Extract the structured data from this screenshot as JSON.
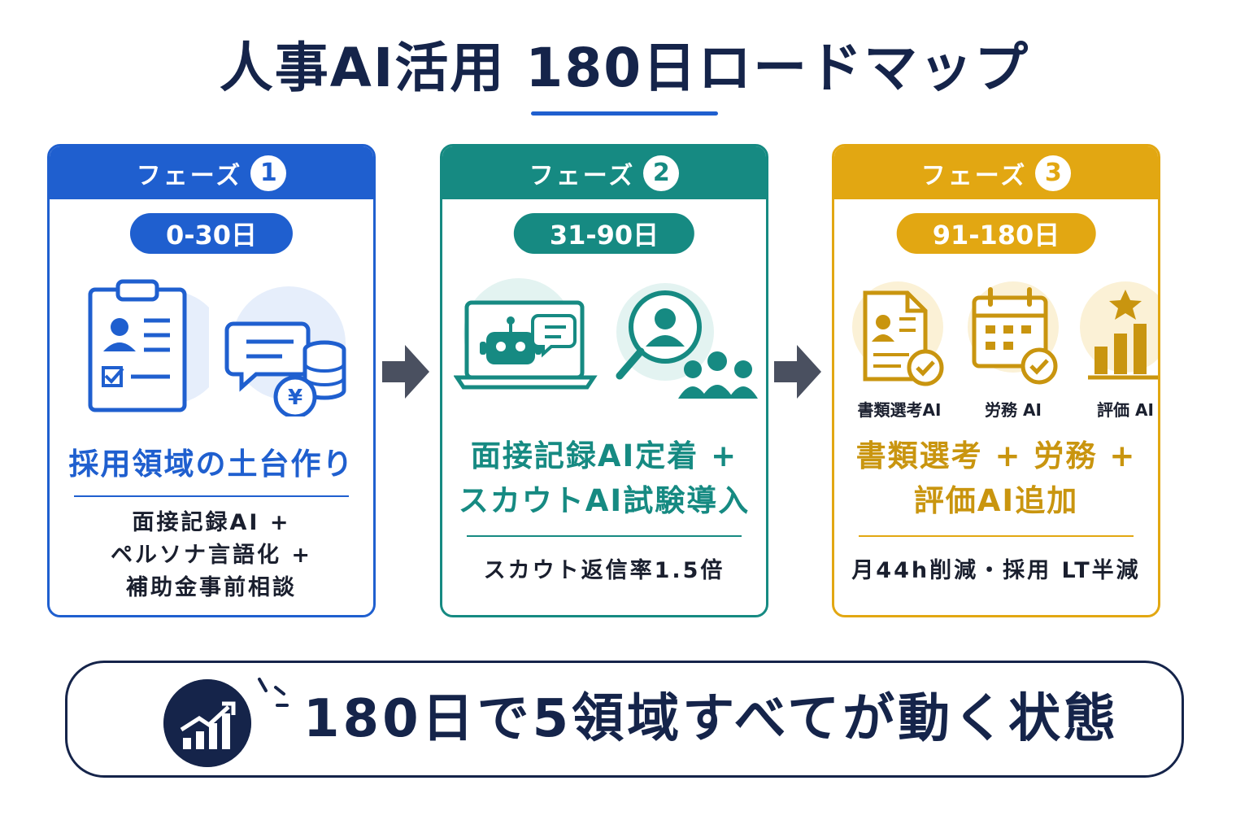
{
  "title": "人事AI活用 180日ロードマップ",
  "phase_label": "フェーズ",
  "colors": {
    "navy": "#15244a",
    "blue": "#1f5fcf",
    "teal": "#168a82",
    "gold": "#e2a712"
  },
  "phases": [
    {
      "number": "1",
      "period": "0-30日",
      "heading": "採用領域の土台作り",
      "details": [
        "面接記録AI +",
        "ペルソナ言語化 +",
        "補助金事前相談"
      ]
    },
    {
      "number": "2",
      "period": "31-90日",
      "heading_lines": [
        "面接記録AI定着 +",
        "スカウトAI試験導入"
      ],
      "details": [
        "スカウト返信率1.5倍"
      ]
    },
    {
      "number": "3",
      "period": "91-180日",
      "icon_labels": [
        "書類選考AI",
        "労務 AI",
        "評価 AI"
      ],
      "heading_lines": [
        "書類選考 + 労務 +",
        "評価AI追加"
      ],
      "details": [
        "月44h削減・採用 LT半減"
      ]
    }
  ],
  "footer": {
    "text": "180日で5領域すべてが動く状態"
  },
  "icons": [
    "clipboard-icon",
    "chat-yen-icon",
    "laptop-robot-icon",
    "search-people-icon",
    "document-check-icon",
    "calendar-check-icon",
    "bar-chart-star-icon",
    "growth-chart-icon"
  ]
}
